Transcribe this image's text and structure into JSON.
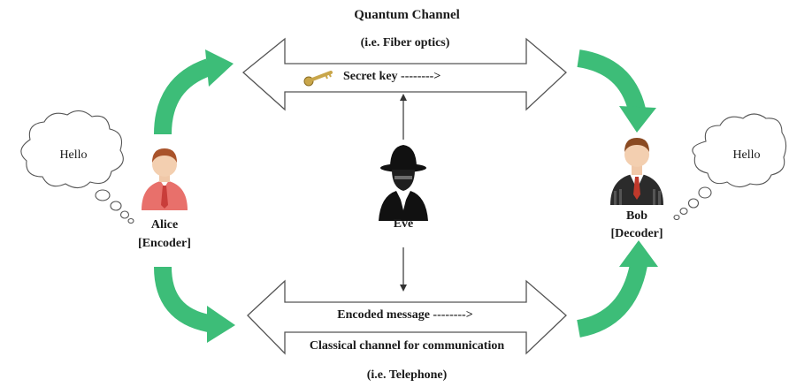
{
  "quantum_channel": {
    "title": "Quantum Channel",
    "subtitle": "(i.e. Fiber optics)",
    "key_label": "Secret key -------->"
  },
  "classical_channel": {
    "message_label": "Encoded message -------->",
    "title": "Classical channel for communication",
    "subtitle": "(i.e. Telephone)"
  },
  "alice": {
    "thought": "Hello",
    "name": "Alice",
    "role": "[Encoder]"
  },
  "bob": {
    "thought": "Hello",
    "name": "Bob",
    "role": "[Decoder]"
  },
  "eve": {
    "name": "Eve"
  },
  "colors": {
    "flow_arrow": "#3dbd78",
    "alice_shirt": "#e8706b",
    "bob_suit": "#2b2b2b",
    "eve_silhouette": "#111111",
    "key": "#c9a64a"
  }
}
